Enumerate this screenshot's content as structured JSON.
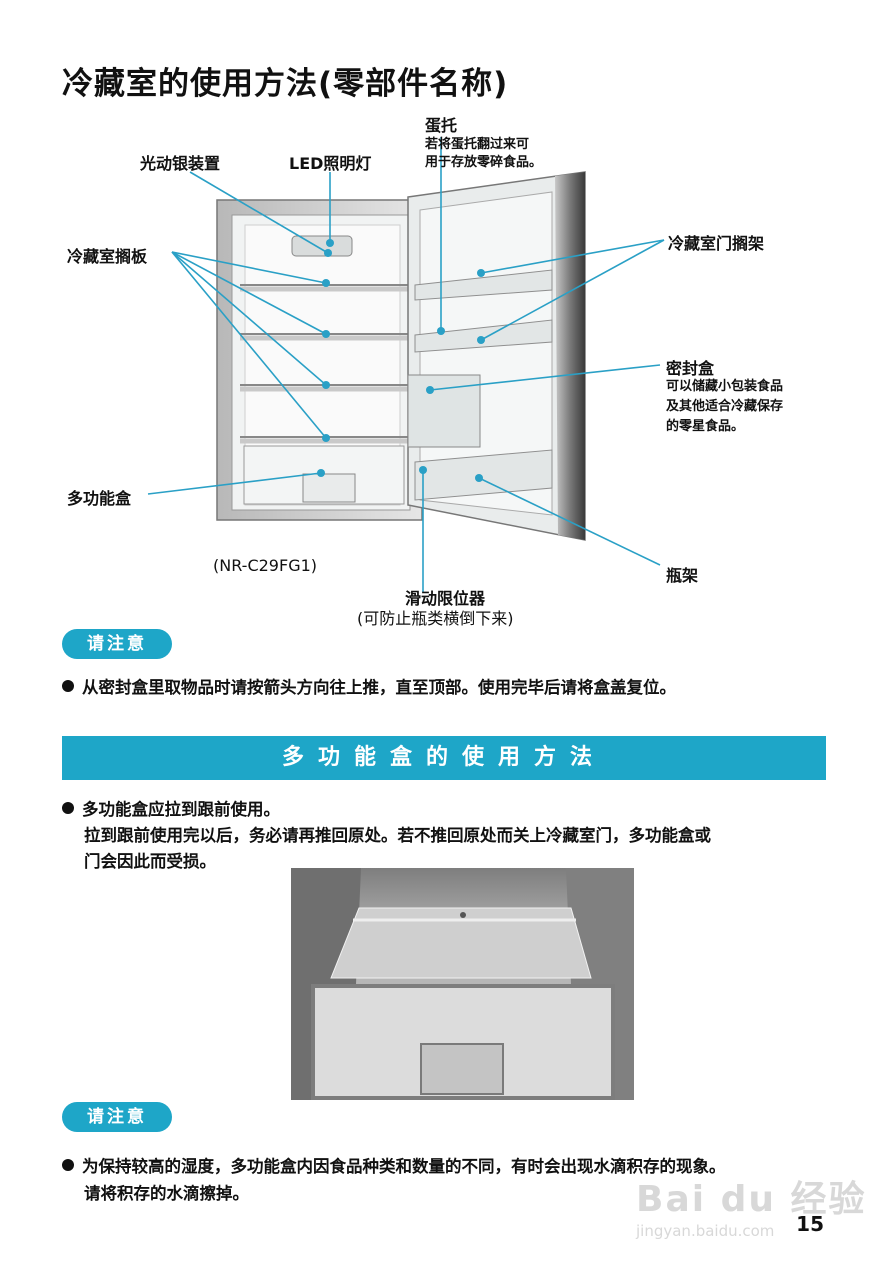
{
  "title": "冷藏室的使用方法(零部件名称)",
  "labels": {
    "egg_tray": "蛋托",
    "egg_tray_note_1": "若将蛋托翻过来可",
    "egg_tray_note_2": "用于存放零碎食品。",
    "light_silver": "光动银装置",
    "led_light": "LED照明灯",
    "shelf": "冷藏室搁板",
    "door_shelf": "冷藏室门搁架",
    "sealed_box": "密封盒",
    "sealed_box_note_1": "可以储藏小包装食品",
    "sealed_box_note_2": "及其他适合冷藏保存",
    "sealed_box_note_3": "的零星食品。",
    "multi_box": "多功能盒",
    "model": "(NR-C29FG1)",
    "bottle_rack": "瓶架",
    "slide_stopper": "滑动限位器",
    "slide_stopper_note": "(可防止瓶类横倒下来)"
  },
  "notice_label": "请注意",
  "notice1": "从密封盒里取物品时请按箭头方向往上推，直至顶部。使用完毕后请将盒盖复位。",
  "section_title": "多功能盒的使用方法",
  "section_text_1": "多功能盒应拉到跟前使用。",
  "section_text_2": "拉到跟前使用完以后，务必请再推回原处。若不推回原处而关上冷藏室门，多功能盒或",
  "section_text_3": "门会因此而受损。",
  "notice2_line1": "为保持较高的湿度，多功能盒内因食品种类和数量的不同，有时会出现水滴积存的现象。",
  "notice2_line2": "请将积存的水滴擦掉。",
  "page_number": "15",
  "watermark_brand": "Bai du 经验",
  "watermark_url": "jingyan.baidu.com",
  "colors": {
    "accent": "#1ea6c8",
    "callout_line": "#2aa0c6"
  }
}
